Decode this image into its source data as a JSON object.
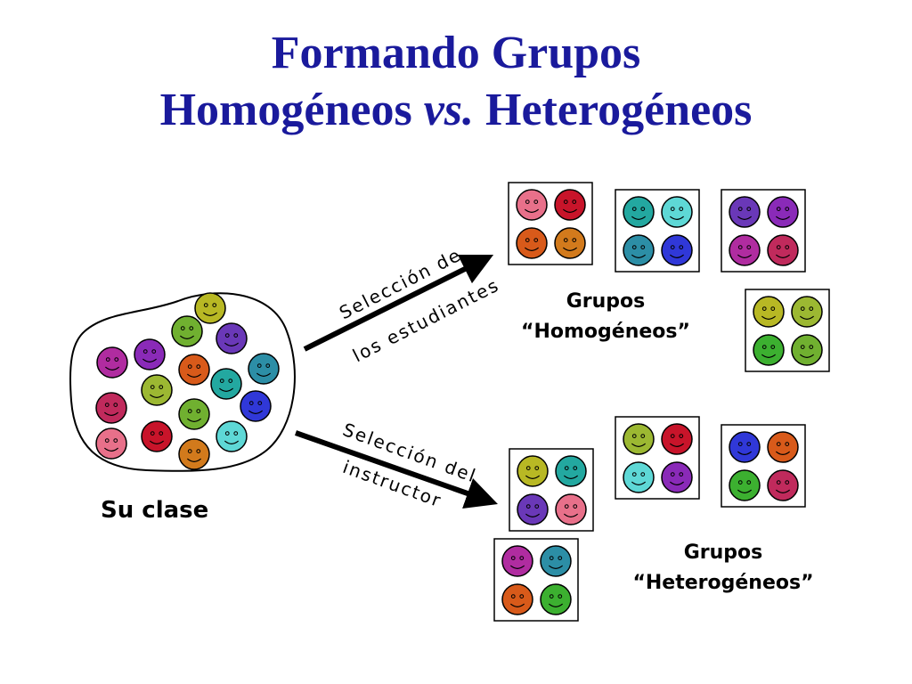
{
  "title": {
    "line1": "Formando Grupos",
    "line2_a": "Homogéneos ",
    "line2_vs": "vs.",
    "line2_b": " Heterogéneos"
  },
  "class_label": "Su clase",
  "arrow_top": {
    "line1": "Selección de",
    "line2": "los estudiantes"
  },
  "arrow_bottom": {
    "line1": "Selección del",
    "line2": "instructor"
  },
  "homogeneous_label": {
    "line1": "Grupos",
    "line2": "“Homogéneos”"
  },
  "heterogeneous_label": {
    "line1": "Grupos",
    "line2": "“Heterogéneos”"
  },
  "colors": {
    "title": "#1a1a9c",
    "pink": "#e8708a",
    "red": "#c8142a",
    "orange": "#d85a1a",
    "gold": "#d27a1c",
    "teal": "#23a8a0",
    "cyan": "#5ed8d6",
    "dark_teal": "#2c8ea6",
    "blue": "#3038d8",
    "purple": "#6a38b8",
    "violet": "#8a2ab8",
    "magenta": "#b02ca0",
    "crimson": "#c02a5c",
    "olive": "#b8b824",
    "yellow_green": "#9cb832",
    "green": "#3cb030",
    "lime": "#70b030"
  },
  "icon": "smiley-face-icon",
  "class_members": [
    "olive",
    "lime",
    "purple",
    "magenta",
    "violet",
    "orange",
    "dark_teal",
    "crimson",
    "yellow_green",
    "teal",
    "blue",
    "lime",
    "pink",
    "red",
    "cyan",
    "gold"
  ],
  "homogeneous_groups": [
    [
      "pink",
      "red",
      "orange",
      "gold"
    ],
    [
      "teal",
      "cyan",
      "dark_teal",
      "blue"
    ],
    [
      "purple",
      "violet",
      "magenta",
      "crimson"
    ],
    [
      "olive",
      "yellow_green",
      "green",
      "lime"
    ]
  ],
  "heterogeneous_groups": [
    [
      "yellow_green",
      "red",
      "cyan",
      "violet"
    ],
    [
      "blue",
      "orange",
      "green",
      "crimson"
    ],
    [
      "olive",
      "teal",
      "purple",
      "pink"
    ],
    [
      "magenta",
      "dark_teal",
      "orange",
      "green"
    ]
  ]
}
